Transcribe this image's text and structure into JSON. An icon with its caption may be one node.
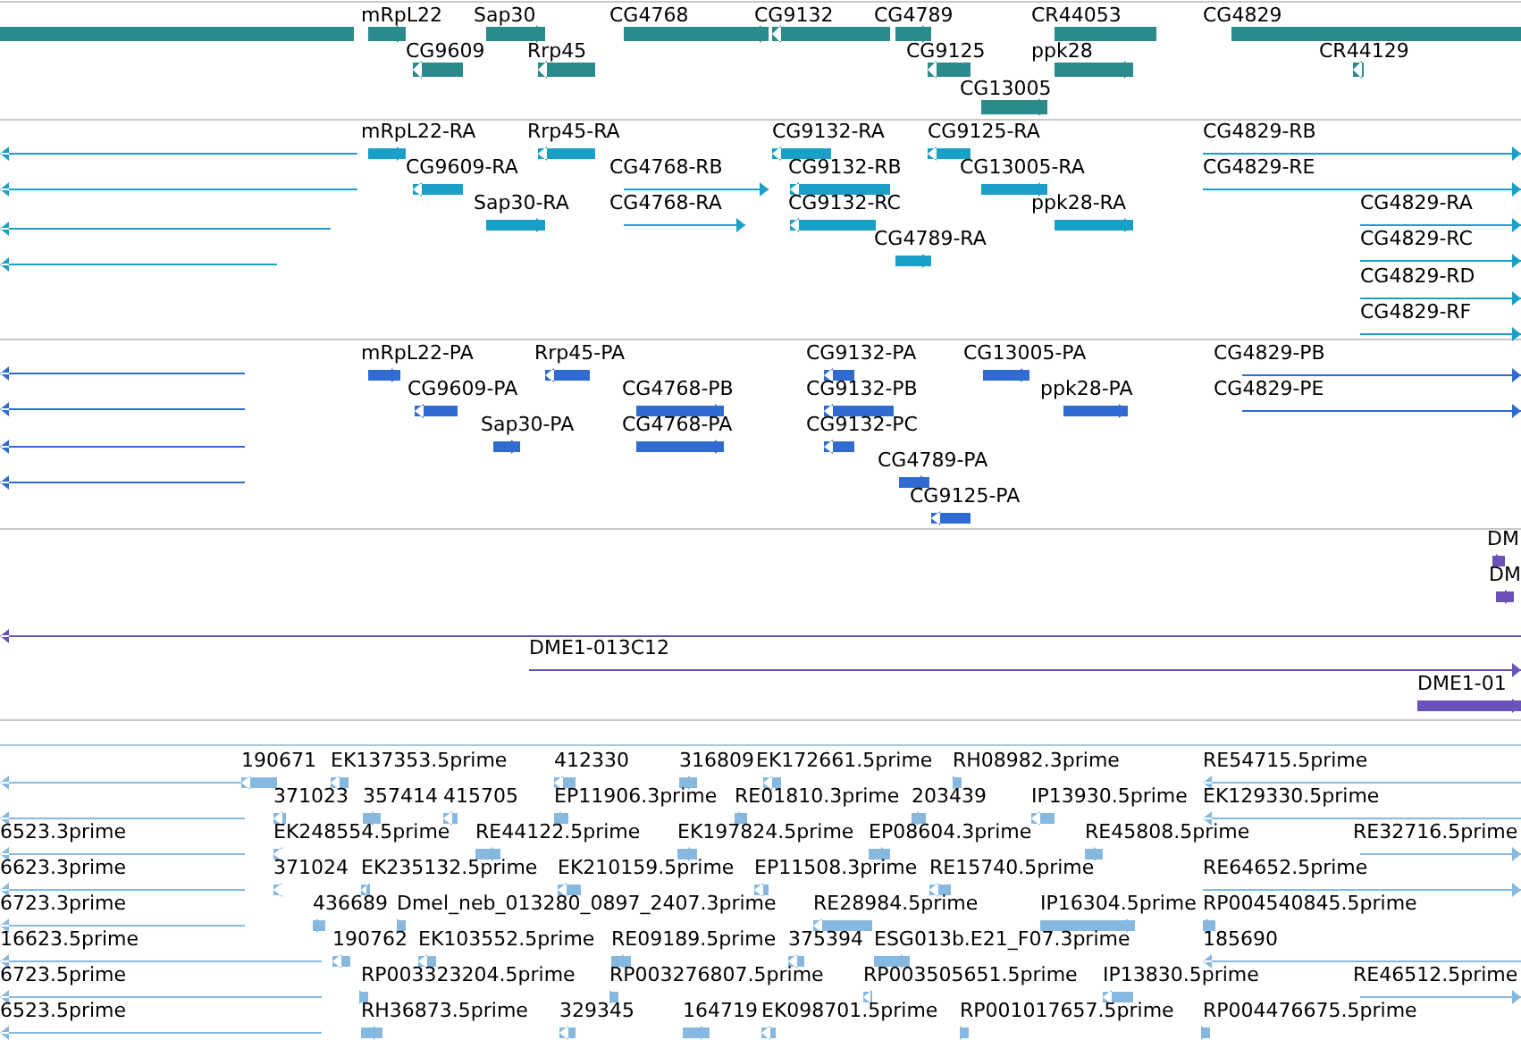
{
  "diagram": {
    "labels": [
      "mRpL22",
      "Sap30",
      "CG4768",
      "CG9132",
      "CG4789",
      "CR44053",
      "CG4829",
      "CG9609",
      "Rrp45",
      "CG9125",
      "ppk28",
      "CR44129",
      "CG13005",
      "mRpL22-RA",
      "Rrp45-RA",
      "CG9132-RA",
      "CG9125-RA",
      "CG4829-RB",
      "CG9609-RA",
      "CG4768-RB",
      "CG9132-RB",
      "CG13005-RA",
      "CG4829-RE",
      "Sap30-RA",
      "CG4768-RA",
      "CG9132-RC",
      "ppk28-RA",
      "CG4829-RA",
      "CG4789-RA",
      "CG4829-RC",
      "CG4829-RD",
      "CG4829-RF",
      "mRpL22-PA",
      "Rrp45-PA",
      "CG9132-PA",
      "CG13005-PA",
      "CG4829-PB",
      "CG9609-PA",
      "CG4768-PB",
      "CG9132-PB",
      "ppk28-PA",
      "CG4829-PE",
      "Sap30-PA",
      "CG4768-PA",
      "CG9132-PC",
      "CG4789-PA",
      "CG9125-PA",
      "DM",
      "DM",
      "DME1-013C12",
      "DME1-01",
      "190671",
      "EK137353.5prime",
      "412330",
      "316809",
      "EK172661.5prime",
      "RH08982.3prime",
      "RE54715.5prime",
      "371023",
      "357414",
      "415705",
      "EP11906.3prime",
      "RE01810.3prime",
      "203439",
      "IP13930.5prime",
      "EK129330.5prime",
      "6523.3prime",
      "EK248554.5prime",
      "RE44122.5prime",
      "EK197824.5prime",
      "EP08604.3prime",
      "RE45808.5prime",
      "RE32716.5prime",
      "6623.3prime",
      "371024",
      "EK235132.5prime",
      "EK210159.5prime",
      "EP11508.3prime",
      "RE15740.5prime",
      "RE64652.5prime",
      "6723.3prime",
      "436689",
      "Dmel_neb_013280_0897_2407.3prime",
      "RE28984.5prime",
      "IP16304.5prime",
      "RP004540845.5prime",
      "16623.5prime",
      "190762",
      "EK103552.5prime",
      "RE09189.5prime",
      "375394",
      "ESG013b.E21_F07.3prime",
      "185690",
      "6723.5prime",
      "RP003323204.5prime",
      "RP003276807.5prime",
      "RP003505651.5prime",
      "IP13830.5prime",
      "RE46512.5prime",
      "6523.5prime",
      "RH36873.5prime",
      "329345",
      "164719",
      "EK098701.5prime",
      "RP001017657.5prime",
      "RP004476675.5prime"
    ]
  }
}
